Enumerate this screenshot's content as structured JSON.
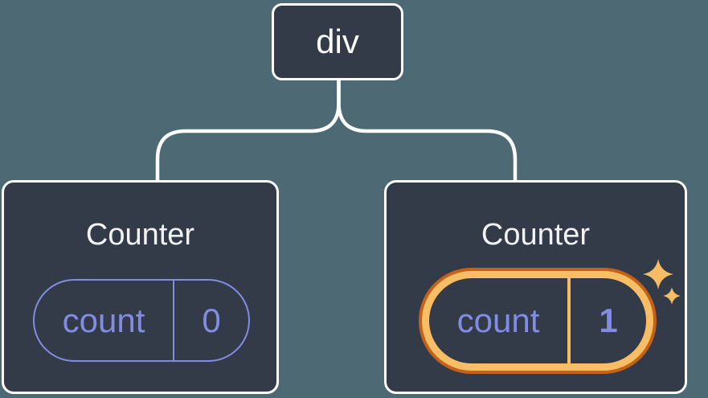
{
  "diagram": {
    "root": {
      "label": "div"
    },
    "children": [
      {
        "title": "Counter",
        "state": {
          "key": "count",
          "value": "0"
        },
        "highlighted": false
      },
      {
        "title": "Counter",
        "state": {
          "key": "count",
          "value": "1"
        },
        "highlighted": true
      }
    ]
  },
  "colors": {
    "background": "#4d6a74",
    "node_fill": "#333a48",
    "node_border": "#fcfdfe",
    "state_accent_purple": "#828ce2",
    "highlight_ring_outer_orange": "#c4621a",
    "highlight_ring_inner_orange": "#f8be66",
    "sparkle_orange": "#f6bd65",
    "title_text": "#f1f2f4"
  }
}
